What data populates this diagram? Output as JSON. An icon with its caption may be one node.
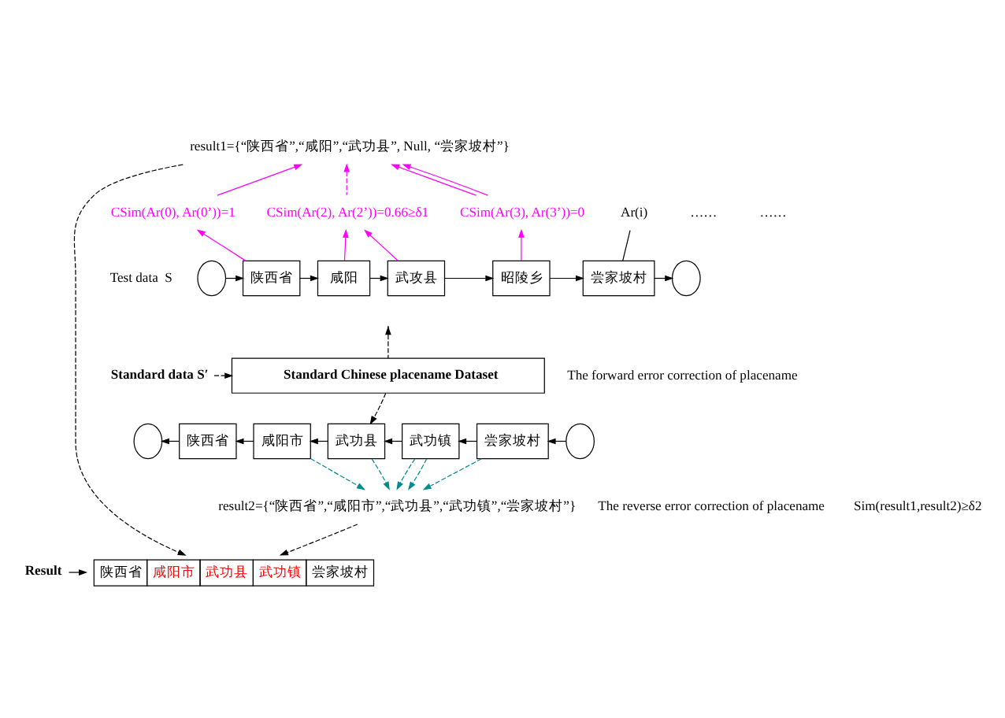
{
  "diagram": {
    "nodes": [
      {
        "text": [],
        "shape": "circle"
      },
      {
        "text": [
          "陕西省"
        ]
      },
      {
        "text": [
          "咸阳"
        ]
      },
      {
        "text": [
          "武攻县"
        ]
      },
      {
        "text": [
          "昭陵乡"
        ]
      },
      {
        "text": [
          "尝家坡村"
        ]
      },
      {
        "text": [],
        "shape": "circle"
      },
      {
        "text": [
          "result1={“陕西省”,“咸阳”,“武功县”, Null, “尝家坡村”}"
        ]
      },
      {
        "text": [
          "CSim(Ar(0), Ar(0’))=1"
        ]
      },
      {
        "text": [
          "CSim(Ar(2), Ar(2’))=0.66≥δ1"
        ]
      },
      {
        "text": [
          "CSim(Ar(3), Ar(3’))=0"
        ]
      },
      {
        "text": [
          "Ar(i)"
        ]
      },
      {
        "text": [
          "Standard data S′"
        ]
      },
      {
        "text": [
          "Standard Chinese placename Dataset"
        ]
      },
      {
        "text": [],
        "shape": "circle"
      },
      {
        "text": [
          "陕西省"
        ]
      },
      {
        "text": [
          "咸阳市"
        ]
      },
      {
        "text": [
          "武功县"
        ]
      },
      {
        "text": [
          "武功镇"
        ]
      },
      {
        "text": [
          "尝家坡村"
        ]
      },
      {
        "text": [],
        "shape": "circle"
      },
      {
        "text": [
          "result2={“陕西省”,“咸阳市”,“武功县”,“武功镇”,“尝家坡村”}"
        ]
      },
      {
        "text": [
          "Result"
        ]
      },
      {
        "text": [
          "陕西省",
          "咸阳市",
          "武功县",
          "武功镇",
          "尝家坡村"
        ]
      }
    ],
    "edges": [
      {
        "from": 0,
        "to": 1,
        "arrow": "to"
      },
      {
        "from": 1,
        "to": 2,
        "arrow": "to"
      },
      {
        "from": 2,
        "to": 3,
        "arrow": "to"
      },
      {
        "from": 3,
        "to": 4,
        "arrow": "to"
      },
      {
        "from": 4,
        "to": 5,
        "arrow": "to"
      },
      {
        "from": 5,
        "to": 6,
        "arrow": "to"
      },
      {
        "from": 1,
        "to": 8,
        "arrow": "to",
        "color": "#ff00ff"
      },
      {
        "from": 8,
        "to": 7,
        "arrow": "to",
        "color": "#ff00ff"
      },
      {
        "from": 2,
        "to": 9,
        "arrow": "to",
        "color": "#ff00ff"
      },
      {
        "from": 3,
        "to": 9,
        "arrow": "to",
        "color": "#ff00ff"
      },
      {
        "from": 9,
        "to": 7,
        "arrow": "to",
        "style": "dashed",
        "color": "#ff00ff"
      },
      {
        "from": 4,
        "to": 10,
        "arrow": "to",
        "color": "#ff00ff"
      },
      {
        "from": 10,
        "to": 7,
        "arrow": "to",
        "color": "#ff00ff"
      },
      {
        "from": 10,
        "to": 7,
        "arrow": "to",
        "color": "#ff00ff"
      },
      {
        "from": 11,
        "to": 5,
        "arrow": "none"
      },
      {
        "from": 12,
        "to": 13,
        "arrow": "to",
        "style": "dashed"
      },
      {
        "from": 13,
        "to": null,
        "arrow": "to",
        "style": "dashed"
      },
      {
        "from": 13,
        "to": 17,
        "arrow": "to",
        "style": "dashed"
      },
      {
        "from": 20,
        "to": 19,
        "arrow": "to"
      },
      {
        "from": 19,
        "to": 18,
        "arrow": "to"
      },
      {
        "from": 18,
        "to": 17,
        "arrow": "to"
      },
      {
        "from": 17,
        "to": 16,
        "arrow": "to"
      },
      {
        "from": 16,
        "to": 15,
        "arrow": "to"
      },
      {
        "from": 15,
        "to": 14,
        "arrow": "to"
      },
      {
        "from": 16,
        "to": 21,
        "arrow": "to",
        "style": "dashed",
        "color": "#008b8b"
      },
      {
        "from": 17,
        "to": 21,
        "arrow": "to",
        "style": "dashed",
        "color": "#008b8b"
      },
      {
        "from": 18,
        "to": 21,
        "arrow": "to",
        "style": "dashed",
        "color": "#008b8b"
      },
      {
        "from": 18,
        "to": 21,
        "arrow": "to",
        "style": "dashed",
        "color": "#008b8b"
      },
      {
        "from": 19,
        "to": 21,
        "arrow": "to",
        "style": "dashed",
        "color": "#008b8b"
      },
      {
        "from": 7,
        "to": 23,
        "arrow": "to",
        "style": "dashed"
      },
      {
        "from": 21,
        "to": 23,
        "arrow": "to",
        "style": "dashed"
      },
      {
        "from": 22,
        "to": 23,
        "arrow": "to"
      }
    ],
    "labels": [
      "Test data  S",
      "……",
      "……",
      "The forward error correction of placename",
      "The reverse error correction of placename",
      "Sim(result1,result2)≥δ2"
    ]
  }
}
